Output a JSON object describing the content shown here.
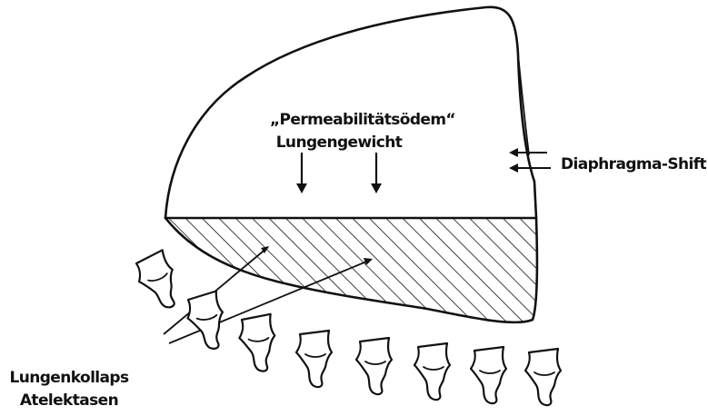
{
  "labels": {
    "permeability_edema": "„Permeabilitätsödem“",
    "lung_weight": "Lungengewicht",
    "diaphragm_shift": "Diaphragma-Shift",
    "lung_collapse": "Lungenkollaps",
    "atelectasis": "Atelektasen"
  }
}
